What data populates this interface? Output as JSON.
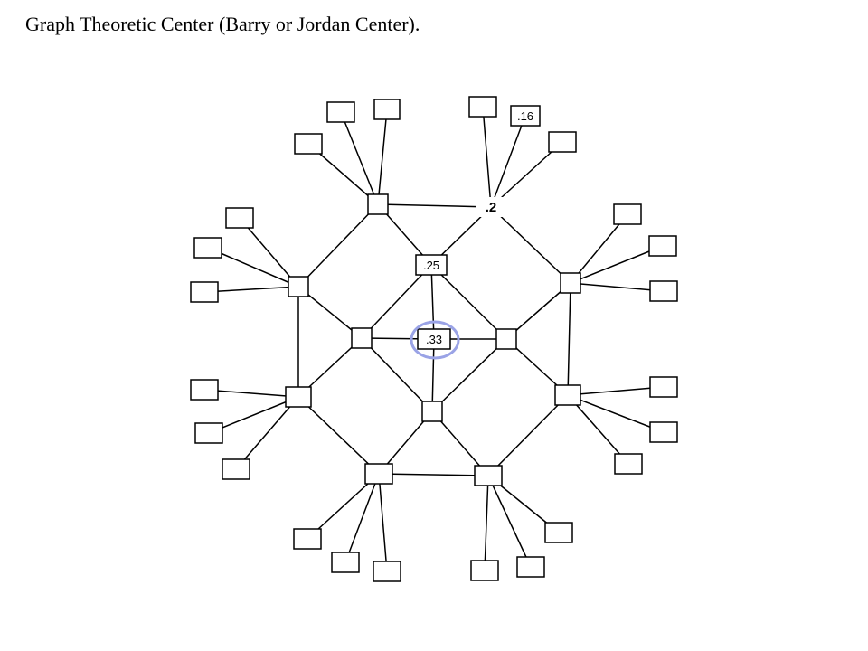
{
  "title": "Graph Theoretic Center (Barry or Jordan Center).",
  "colors": {
    "center_ring": "#9aa3e6",
    "edge": "#000000",
    "node_fill": "#ffffff"
  },
  "labels": {
    "center": ".33",
    "ring_top": ".25",
    "hub_top_right": ".2",
    "leaf_top_right": ".16"
  }
}
